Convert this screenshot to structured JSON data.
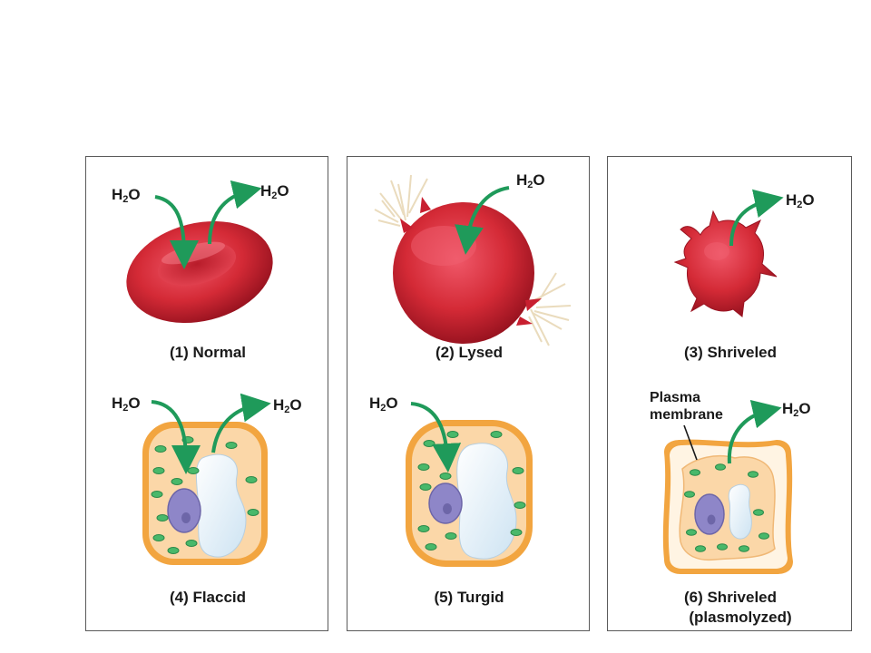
{
  "water": {
    "h": "H",
    "sub": "2",
    "o": "O"
  },
  "panels": [
    {
      "cells": [
        {
          "caption": "(1) Normal"
        },
        {
          "caption": "(4) Flaccid"
        }
      ]
    },
    {
      "cells": [
        {
          "caption": "(2) Lysed"
        },
        {
          "caption": "(5) Turgid"
        }
      ]
    },
    {
      "cells": [
        {
          "caption": "(3) Shriveled"
        },
        {
          "caption": "(6) Shriveled",
          "caption2": "(plasmolyzed)"
        }
      ]
    }
  ],
  "plasma_membrane": {
    "line1": "Plasma",
    "line2": "membrane"
  },
  "colors": {
    "rbc": "#d42a36",
    "arrow": "#1f9a5a",
    "cell_wall": "#f2a540",
    "cytoplasm": "#fbd7a8",
    "vacuole": "#e4f1f9",
    "nucleus": "#8e86c8",
    "chloroplast": "#49b86a"
  }
}
